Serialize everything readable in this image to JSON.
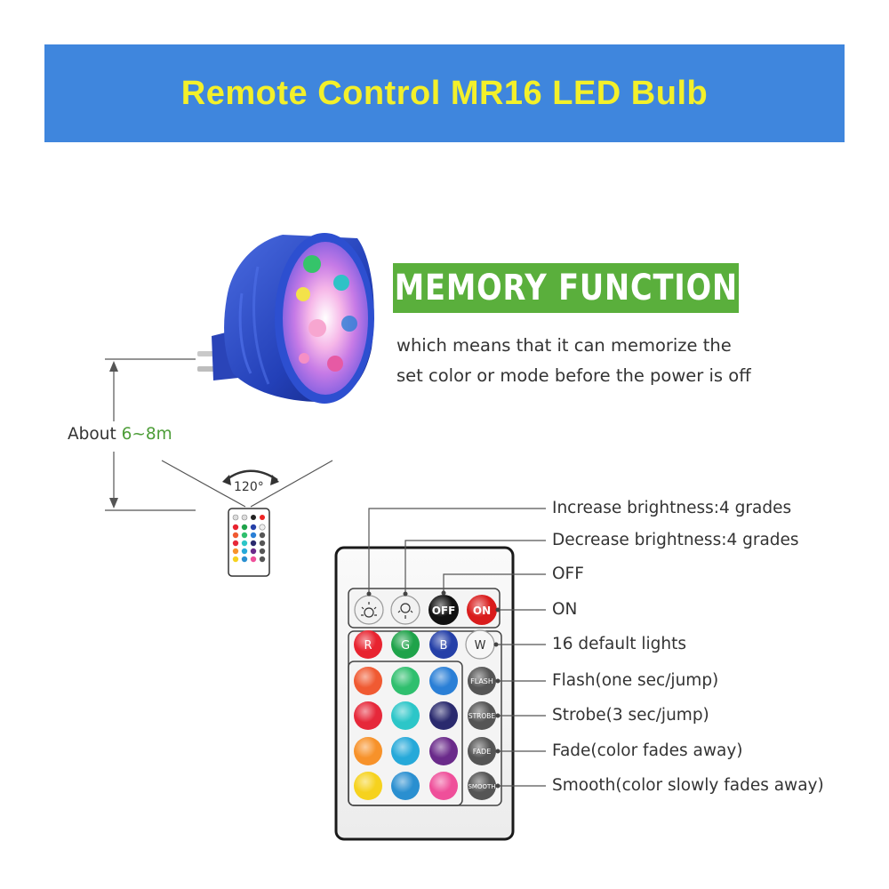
{
  "header": {
    "title": "Remote Control MR16 LED Bulb"
  },
  "memory": {
    "badge": "MEMORY FUNCTION",
    "desc_line1": "which means that it can memorize the",
    "desc_line2": "set color or mode before the power is off"
  },
  "range": {
    "prefix": "About ",
    "distance": "6~8m",
    "angle": "120°"
  },
  "callouts": [
    "Increase brightness:4 grades",
    "Decrease brightness:4 grades",
    "OFF",
    "ON",
    "16 default lights",
    "Flash(one sec/jump)",
    "Strobe(3 sec/jump)",
    "Fade(color fades away)",
    "Smooth(color slowly fades away)"
  ],
  "remote": {
    "keys": {
      "off": "OFF",
      "on": "ON",
      "r": "R",
      "g": "G",
      "b": "B",
      "w": "W",
      "flash": "FLASH",
      "strobe": "STROBE",
      "fade": "FADE",
      "smooth": "SMOOTH"
    },
    "colors": {
      "row1": [
        "#e8232f",
        "#1fa34a",
        "#2540a8"
      ],
      "row2": [
        "#f05a32",
        "#2fbf6e",
        "#2a7fd6"
      ],
      "row3": [
        "#e6283a",
        "#2cc6c8",
        "#2a2a6e"
      ],
      "row4": [
        "#f7922a",
        "#26a9d9",
        "#6a2a8a"
      ],
      "row5": [
        "#f6d21e",
        "#2a8fd0",
        "#ef4f9a"
      ]
    }
  },
  "palette": {
    "banner": "#3f86dd",
    "title_text": "#f3f02a",
    "badge": "#5aaf3c",
    "accent_green": "#4d9d38"
  }
}
